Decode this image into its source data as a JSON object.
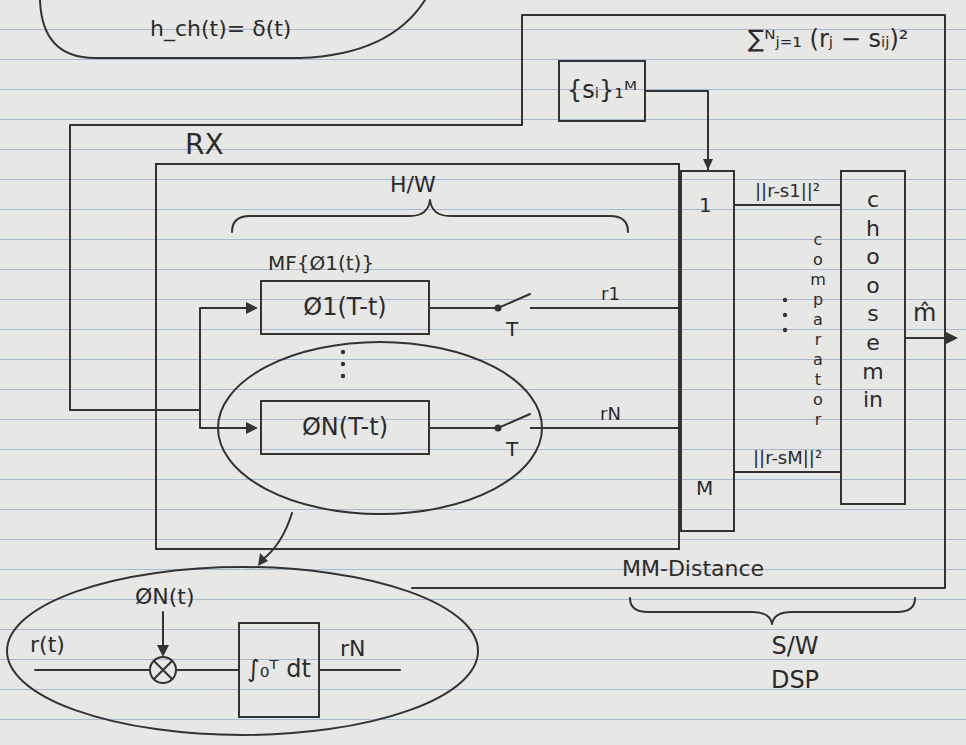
{
  "diagram": {
    "nodes": [
      {
        "text": [
          "RX"
        ]
      },
      {
        "text": [
          "MF{Ø1(t)}",
          "Ø1(T-t)"
        ],
        "in": 0
      },
      {
        "text": [
          "ØN(T-t)"
        ],
        "in": 0
      },
      {
        "text": [
          "r(t)",
          "ØN(t)",
          "rN"
        ]
      },
      {
        "text": [
          "∫₀ᵀ dt"
        ],
        "in": 3
      },
      {
        "text": [
          "{sᵢ}₁ᴹ"
        ]
      },
      {
        "text": [
          "1",
          "M"
        ]
      },
      {
        "text": [
          "comparator",
          "choose min"
        ]
      }
    ],
    "edges": [
      {
        "from": 1,
        "to": 6,
        "arrow": "none",
        "label": "r1"
      },
      {
        "from": 2,
        "to": 6,
        "arrow": "none",
        "label": "rN"
      },
      {
        "from": 5,
        "to": 6,
        "arrow": "to"
      },
      {
        "from": 6,
        "to": 7,
        "arrow": "none",
        "label": "||r-s1||²"
      },
      {
        "from": 6,
        "to": 7,
        "arrow": "none",
        "label": "||r-sM||²"
      }
    ],
    "labels": [
      "h_ch(t)= δ(t)",
      "H/W",
      "T",
      "T",
      "∑ᴺⱼ₌₁ (rⱼ − sᵢⱼ)²",
      "MM-Distance",
      "S/W DSP",
      "m̂"
    ]
  }
}
